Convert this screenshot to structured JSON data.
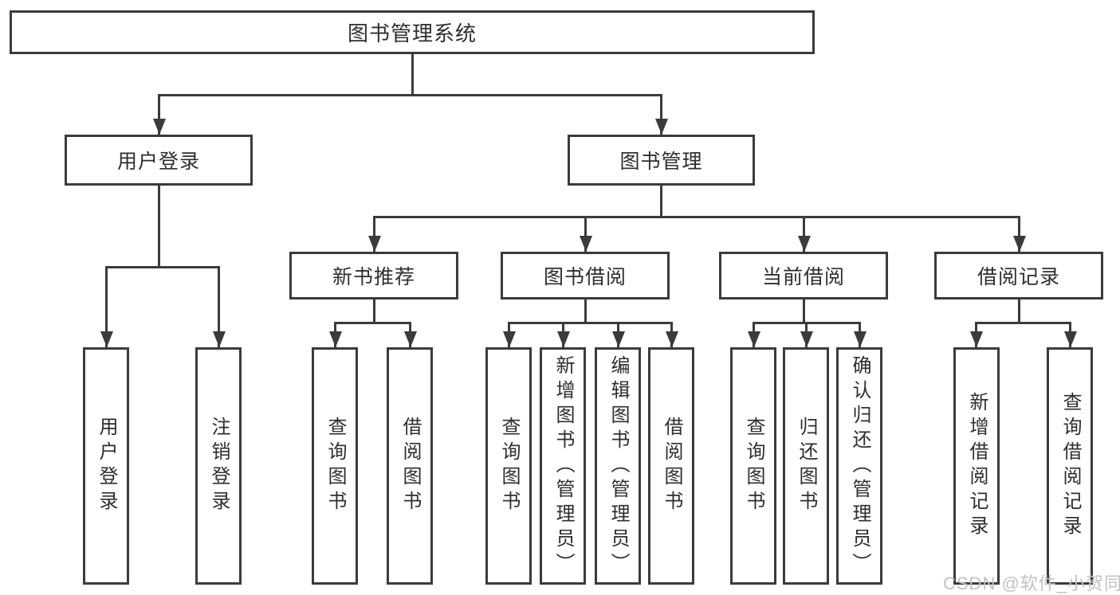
{
  "diagram": {
    "root": {
      "label": "图书管理系统"
    },
    "branches": [
      {
        "label": "用户登录",
        "children": [
          {
            "label": "用户登录"
          },
          {
            "label": "注销登录"
          }
        ]
      },
      {
        "label": "图书管理",
        "children": [
          {
            "label": "新书推荐",
            "children": [
              {
                "label": "查询图书"
              },
              {
                "label": "借阅图书"
              }
            ]
          },
          {
            "label": "图书借阅",
            "children": [
              {
                "label": "查询图书"
              },
              {
                "label": "新增图书（管理员）"
              },
              {
                "label": "编辑图书（管理员）"
              },
              {
                "label": "借阅图书"
              }
            ]
          },
          {
            "label": "当前借阅",
            "children": [
              {
                "label": "查询图书"
              },
              {
                "label": "归还图书"
              },
              {
                "label": "确认归还（管理员）"
              }
            ]
          },
          {
            "label": "借阅记录",
            "children": [
              {
                "label": "新增借阅记录"
              },
              {
                "label": "查询借阅记录"
              }
            ]
          }
        ]
      }
    ],
    "watermark": "CSDN @软件_小贺同学",
    "colors": {
      "line": "#3b3b3b",
      "text": "#2e2e2e",
      "watermark": "#c2c2c2",
      "background": "#ffffff"
    }
  }
}
